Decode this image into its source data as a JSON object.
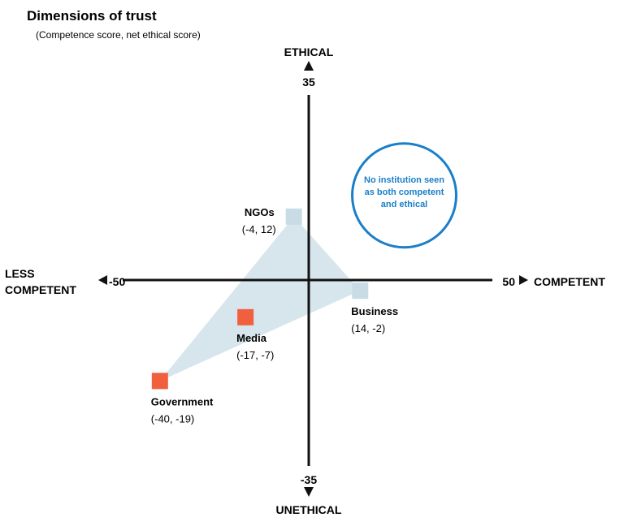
{
  "chart_data": {
    "type": "scatter",
    "title": "Dimensions of trust",
    "subtitle": "(Competence score, net ethical score)",
    "x_axis": {
      "range": [
        -50,
        50
      ],
      "min_tick": "-50",
      "max_tick": "50",
      "label_low": [
        "LESS",
        "COMPETENT"
      ],
      "label_high": "COMPETENT"
    },
    "y_axis": {
      "range": [
        -35,
        35
      ],
      "min_tick": "-35",
      "max_tick": "35",
      "label_high": "ETHICAL",
      "label_low": "UNETHICAL"
    },
    "grid": false,
    "points": [
      {
        "name": "NGOs",
        "coord_label": "(-4, 12)",
        "x": -4,
        "y": 12,
        "color": "#c9dce6",
        "label_side": "upper-left"
      },
      {
        "name": "Business",
        "coord_label": "(14, -2)",
        "x": 14,
        "y": -2,
        "color": "#c9dce6",
        "label_side": "below"
      },
      {
        "name": "Media",
        "coord_label": "(-17, -7)",
        "x": -17,
        "y": -7,
        "color": "#f0603e",
        "label_side": "below"
      },
      {
        "name": "Government",
        "coord_label": "(-40, -19)",
        "x": -40,
        "y": -19,
        "color": "#f0603e",
        "label_side": "below"
      }
    ],
    "shaded_region": [
      "NGOs",
      "Business",
      "Government"
    ],
    "shaded_color": "#d7e5ed",
    "annotation": {
      "lines": [
        "No institution seen",
        "as both competent",
        "and ethical"
      ],
      "color": "#1a7fc9",
      "center": {
        "x": 26,
        "y": 16
      }
    }
  }
}
